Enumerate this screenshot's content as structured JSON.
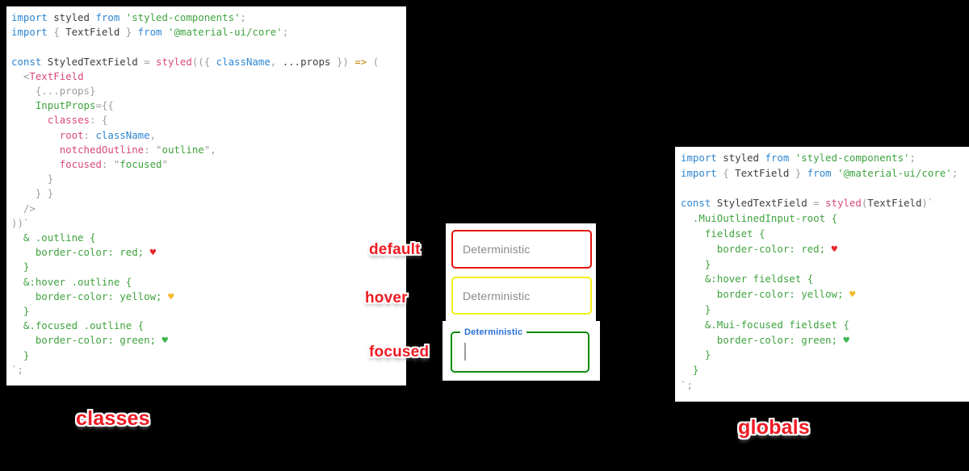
{
  "labels": {
    "default": "default",
    "hover": "hover",
    "focused": "focused",
    "classes": "classes",
    "globals": "globals"
  },
  "fields": {
    "default": {
      "placeholder": "Deterministic",
      "border": "#e41212"
    },
    "hover": {
      "placeholder": "Deterministic",
      "border": "#f4ef16"
    },
    "focused": {
      "label": "Deterministic",
      "border": "#0d8c0d",
      "label_color": "#2b6fd4",
      "caret_color": "#9a9a9a"
    }
  },
  "colors": {
    "keyword_blue": "#2e86d2",
    "string_green": "#3fa33f",
    "component_pink": "#d8487e",
    "punct_gray": "#9d9d9d",
    "sticker_red": "#ee1b24"
  },
  "classes_code": {
    "lines": [
      [
        [
          "import ",
          "kw"
        ],
        [
          "styled ",
          "id"
        ],
        [
          "from ",
          "kw"
        ],
        [
          "'styled-components'",
          "str"
        ],
        [
          ";",
          "gray"
        ]
      ],
      [
        [
          "import ",
          "kw"
        ],
        [
          "{ ",
          "gray"
        ],
        [
          "TextField ",
          "id"
        ],
        [
          "} ",
          "gray"
        ],
        [
          "from ",
          "kw"
        ],
        [
          "'@material-ui/core'",
          "str"
        ],
        [
          ";",
          "gray"
        ]
      ],
      [],
      [
        [
          "const ",
          "kw"
        ],
        [
          "StyledTextField ",
          "id"
        ],
        [
          "= ",
          "gray"
        ],
        [
          "styled",
          "pink"
        ],
        [
          "(({ ",
          "gray"
        ],
        [
          "className",
          "kw"
        ],
        [
          ", ",
          "gray"
        ],
        [
          "...props ",
          "id"
        ],
        [
          "}) ",
          "gray"
        ],
        [
          "=> ",
          "orange"
        ],
        [
          "(",
          "gray"
        ]
      ],
      [
        [
          "  <",
          "gray"
        ],
        [
          "TextField",
          "pink"
        ]
      ],
      [
        [
          "    {...props}",
          "gray"
        ]
      ],
      [
        [
          "    ",
          "gray"
        ],
        [
          "InputProps",
          "str"
        ],
        [
          "={{",
          "gray"
        ]
      ],
      [
        [
          "      ",
          "gray"
        ],
        [
          "classes",
          "pink"
        ],
        [
          ": {",
          "gray"
        ]
      ],
      [
        [
          "        ",
          "gray"
        ],
        [
          "root",
          "pink"
        ],
        [
          ": ",
          "gray"
        ],
        [
          "className",
          "kw"
        ],
        [
          ",",
          "gray"
        ]
      ],
      [
        [
          "        ",
          "gray"
        ],
        [
          "notchedOutline",
          "pink"
        ],
        [
          ": ",
          "gray"
        ],
        [
          "\"",
          "gray"
        ],
        [
          "outline",
          "str"
        ],
        [
          "\",",
          "gray"
        ]
      ],
      [
        [
          "        ",
          "gray"
        ],
        [
          "focused",
          "pink"
        ],
        [
          ": ",
          "gray"
        ],
        [
          "\"",
          "gray"
        ],
        [
          "focused",
          "str"
        ],
        [
          "\"",
          "gray"
        ]
      ],
      [
        [
          "      }",
          "gray"
        ]
      ],
      [
        [
          "    } }",
          "gray"
        ]
      ],
      [
        [
          "  />",
          "gray"
        ]
      ],
      [
        [
          "))`",
          "gray"
        ]
      ],
      [
        [
          "  & .outline {",
          "css"
        ]
      ],
      [
        [
          "    border-color: red; ",
          "css"
        ],
        [
          "♥",
          "hr"
        ]
      ],
      [
        [
          "  }",
          "css"
        ]
      ],
      [
        [
          "  &:hover .outline {",
          "css"
        ]
      ],
      [
        [
          "    border-color: yellow; ",
          "css"
        ],
        [
          "♥",
          "hy"
        ]
      ],
      [
        [
          "  }",
          "css"
        ]
      ],
      [
        [
          "  &.focused .outline {",
          "css"
        ]
      ],
      [
        [
          "    border-color: green; ",
          "css"
        ],
        [
          "♥",
          "hg"
        ]
      ],
      [
        [
          "  }",
          "css"
        ]
      ],
      [
        [
          "`;",
          "gray"
        ]
      ]
    ]
  },
  "globals_code": {
    "lines": [
      [
        [
          "import ",
          "kw"
        ],
        [
          "styled ",
          "id"
        ],
        [
          "from ",
          "kw"
        ],
        [
          "'styled-components'",
          "str"
        ],
        [
          ";",
          "gray"
        ]
      ],
      [
        [
          "import ",
          "kw"
        ],
        [
          "{ ",
          "gray"
        ],
        [
          "TextField ",
          "id"
        ],
        [
          "} ",
          "gray"
        ],
        [
          "from ",
          "kw"
        ],
        [
          "'@material-ui/core'",
          "str"
        ],
        [
          ";",
          "gray"
        ]
      ],
      [],
      [
        [
          "const ",
          "kw"
        ],
        [
          "StyledTextField ",
          "id"
        ],
        [
          "= ",
          "gray"
        ],
        [
          "styled",
          "pink"
        ],
        [
          "(",
          "gray"
        ],
        [
          "TextField",
          "id"
        ],
        [
          ")`",
          "gray"
        ]
      ],
      [
        [
          "  .MuiOutlinedInput-root {",
          "css"
        ]
      ],
      [
        [
          "    fieldset {",
          "css"
        ]
      ],
      [
        [
          "      border-color: red; ",
          "css"
        ],
        [
          "♥",
          "hr"
        ]
      ],
      [
        [
          "    }",
          "css"
        ]
      ],
      [
        [
          "    &:hover fieldset {",
          "css"
        ]
      ],
      [
        [
          "      border-color: yellow; ",
          "css"
        ],
        [
          "♥",
          "hy"
        ]
      ],
      [
        [
          "    }",
          "css"
        ]
      ],
      [
        [
          "    &.Mui-focused fieldset {",
          "css"
        ]
      ],
      [
        [
          "      border-color: green; ",
          "css"
        ],
        [
          "♥",
          "hg"
        ]
      ],
      [
        [
          "    }",
          "css"
        ]
      ],
      [
        [
          "  }",
          "css"
        ]
      ],
      [
        [
          "`;",
          "gray"
        ]
      ]
    ]
  }
}
